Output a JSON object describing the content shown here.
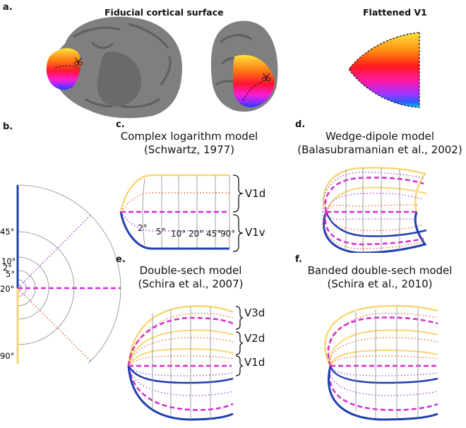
{
  "panel_letters": {
    "a": "a.",
    "b": "b.",
    "c": "c.",
    "d": "d.",
    "e": "e.",
    "f": "f."
  },
  "headings": {
    "fiducial": "Fiducial cortical surface",
    "flattened": "Flattened V1"
  },
  "panels": {
    "c": {
      "title": "Complex logarithm model",
      "citation": "(Schwartz, 1977)",
      "labels": [
        "V1d",
        "V1v"
      ],
      "ecc_ticks": [
        "2°",
        "5°",
        "10°",
        "20°",
        "45°",
        "90°"
      ]
    },
    "d": {
      "title": "Wedge-dipole model",
      "citation": "(Balasubramanian et al., 2002)"
    },
    "e": {
      "title": "Double-sech model",
      "citation": "(Schira et al., 2007)",
      "labels": [
        "V3d",
        "V2d",
        "V1d"
      ]
    },
    "f": {
      "title": "Banded double-sech model",
      "citation": "(Schira et al., 2010)"
    }
  },
  "visual_field": {
    "ecc_labels": [
      "45°",
      "10°",
      "2°",
      "5°",
      "20°",
      "90°"
    ]
  },
  "colors": {
    "upper_field": "#f7d774",
    "lower_field": "#1f3fb0",
    "horizontal_meridian": "#d42ad4",
    "upper_oblique": "#e2622c",
    "lower_oblique": "#9b3ee0",
    "grid": "#888888"
  }
}
